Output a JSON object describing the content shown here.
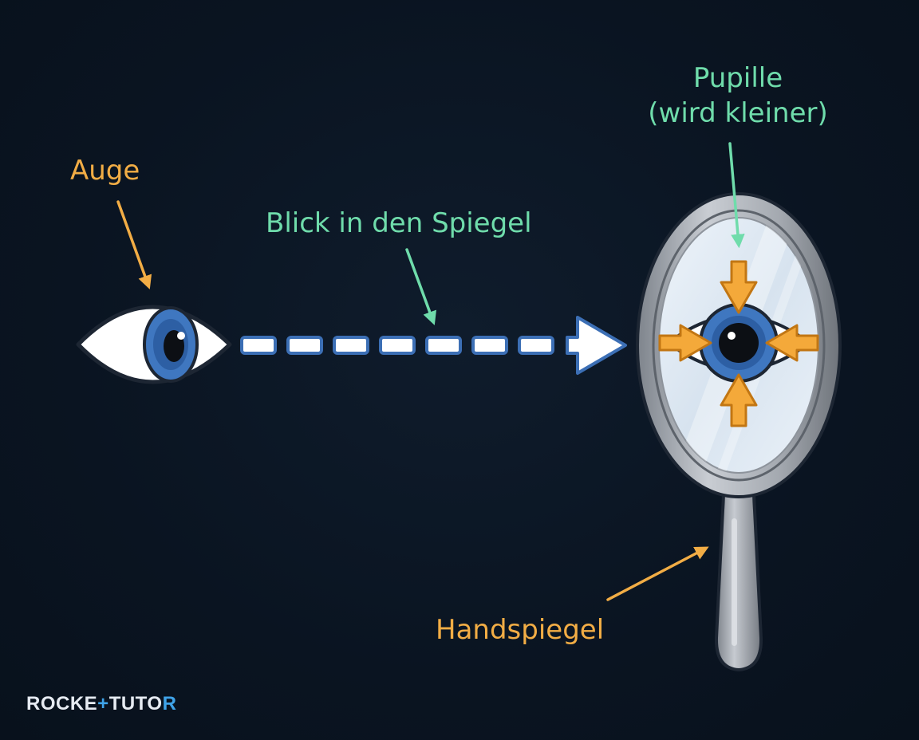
{
  "labels": {
    "eye": "Auge",
    "gaze": "Blick in den Spiegel",
    "pupil_line1": "Pupille",
    "pupil_line2": "(wird kleiner)",
    "mirror": "Handspiegel"
  },
  "logo": {
    "part1": "ROCKE",
    "part2": "+",
    "part3": "TUTO",
    "part4": "R"
  },
  "colors": {
    "background": "#0b1523",
    "label_orange": "#f2ad45",
    "label_green": "#6fdcab",
    "iris_blue": "#3f77c0",
    "arrow_orange": "#f4a93a",
    "mirror_frame": "#a9aeb6",
    "logo_accent": "#3fa3e8"
  }
}
